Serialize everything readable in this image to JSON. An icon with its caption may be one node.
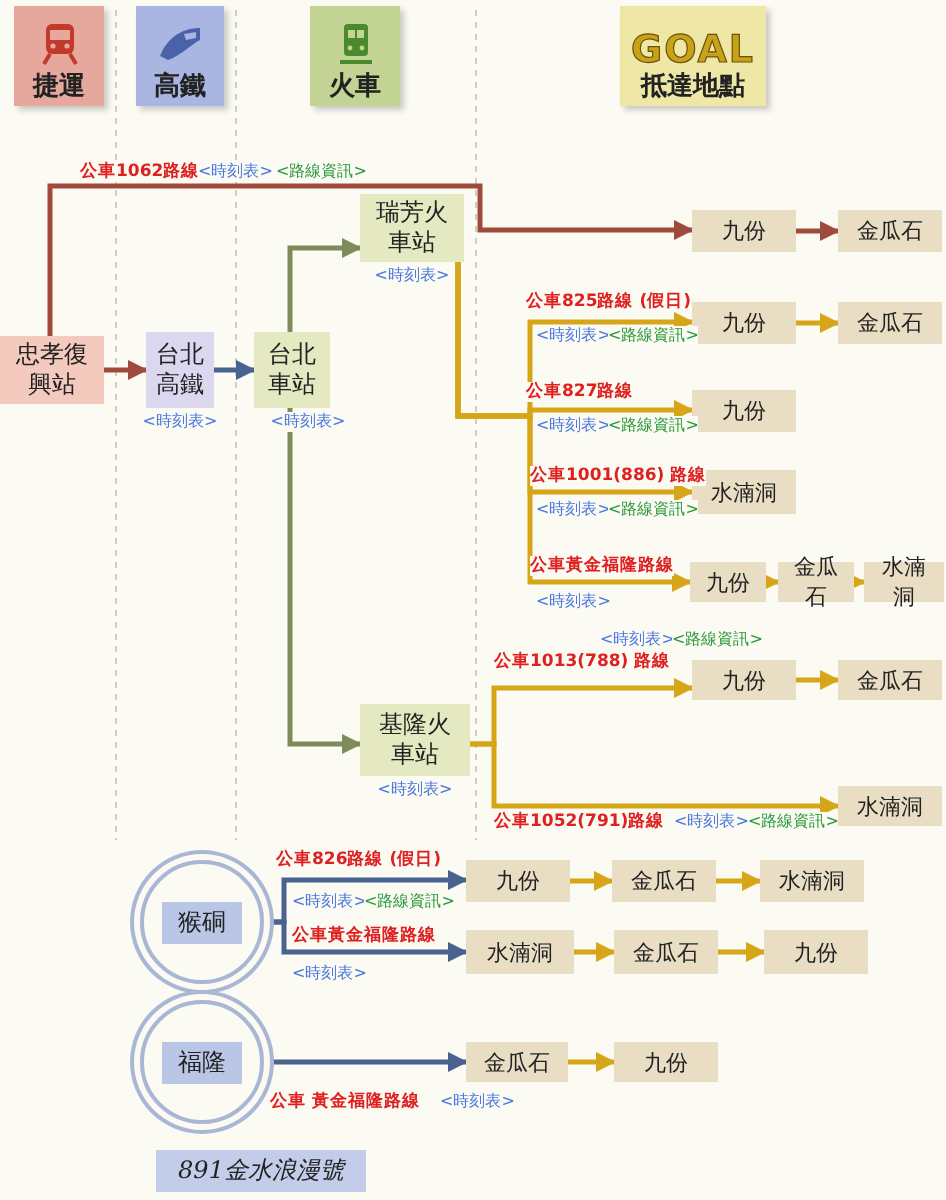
{
  "diagram": {
    "nodes": [
      {
        "text": [
          "捷運"
        ]
      },
      {
        "text": [
          "高鐵"
        ]
      },
      {
        "text": [
          "火車"
        ]
      },
      {
        "text": [
          "GOAL",
          "抵達地點"
        ]
      },
      {
        "text": [
          "忠孝復興站"
        ]
      },
      {
        "text": [
          "台北高鐵"
        ],
        "beside": [
          "<時刻表>"
        ]
      },
      {
        "text": [
          "台北車站"
        ],
        "beside": [
          "<時刻表>"
        ]
      },
      {
        "text": [
          "瑞芳火車站"
        ],
        "beside": [
          "<時刻表>"
        ]
      },
      {
        "text": [
          "九份"
        ]
      },
      {
        "text": [
          "金瓜石"
        ]
      },
      {
        "text": [
          "九份"
        ]
      },
      {
        "text": [
          "金瓜石"
        ]
      },
      {
        "text": [
          "九份"
        ]
      },
      {
        "text": [
          "水湳洞"
        ]
      },
      {
        "text": [
          "九份"
        ]
      },
      {
        "text": [
          "金瓜石"
        ]
      },
      {
        "text": [
          "水湳洞"
        ]
      },
      {
        "text": [
          "基隆火車站"
        ],
        "beside": [
          "<時刻表>"
        ]
      },
      {
        "text": [
          "九份"
        ]
      },
      {
        "text": [
          "金瓜石"
        ]
      },
      {
        "text": [
          "水湳洞"
        ]
      },
      {
        "text": [
          "猴硐"
        ]
      },
      {
        "text": [
          "九份"
        ]
      },
      {
        "text": [
          "金瓜石"
        ]
      },
      {
        "text": [
          "水湳洞"
        ]
      },
      {
        "text": [
          "水湳洞"
        ]
      },
      {
        "text": [
          "金瓜石"
        ]
      },
      {
        "text": [
          "九份"
        ]
      },
      {
        "text": [
          "福隆"
        ]
      },
      {
        "text": [
          "金瓜石"
        ]
      },
      {
        "text": [
          "九份"
        ]
      },
      {
        "text": [
          "891金水浪漫號"
        ]
      }
    ],
    "edges": [
      {
        "from": 4,
        "to": 5,
        "arrow": "to",
        "color": "#a04a3c"
      },
      {
        "from": 5,
        "to": 6,
        "arrow": "to",
        "color": "#4a6290"
      },
      {
        "from": 6,
        "to": 7,
        "arrow": "to",
        "color": "#7f8a5a"
      },
      {
        "from": 6,
        "to": 17,
        "arrow": "to",
        "color": "#7f8a5a"
      },
      {
        "from": 4,
        "to": 8,
        "arrow": "to",
        "label": "公車1062路線",
        "color": "#a04a3c"
      },
      {
        "from": 8,
        "to": 9,
        "arrow": "to",
        "color": "#a04a3c"
      },
      {
        "from": 7,
        "to": 10,
        "arrow": "to",
        "label": "公車825路線 (假日)"
      },
      {
        "from": 10,
        "to": 11,
        "arrow": "to"
      },
      {
        "from": 7,
        "to": 12,
        "arrow": "to",
        "label": "公車827路線"
      },
      {
        "from": 7,
        "to": 13,
        "arrow": "to",
        "label": "公車1001(886) 路線"
      },
      {
        "from": 7,
        "to": 14,
        "arrow": "to",
        "label": "公車黃金福隆路線"
      },
      {
        "from": 14,
        "to": 15,
        "arrow": "to"
      },
      {
        "from": 15,
        "to": 16,
        "arrow": "to"
      },
      {
        "from": 17,
        "to": 18,
        "arrow": "to",
        "label": "公車1013(788) 路線"
      },
      {
        "from": 18,
        "to": 19,
        "arrow": "to"
      },
      {
        "from": 17,
        "to": 20,
        "arrow": "to",
        "label": "公車1052(791)路線"
      },
      {
        "from": 21,
        "to": 22,
        "arrow": "to",
        "label": "公車826路線 (假日)",
        "color": "#4a6290"
      },
      {
        "from": 22,
        "to": 23,
        "arrow": "to"
      },
      {
        "from": 23,
        "to": 24,
        "arrow": "to"
      },
      {
        "from": 21,
        "to": 25,
        "arrow": "to",
        "label": "公車黃金福隆路線",
        "color": "#4a6290"
      },
      {
        "from": 25,
        "to": 26,
        "arrow": "to"
      },
      {
        "from": 26,
        "to": 27,
        "arrow": "to"
      },
      {
        "from": 28,
        "to": 29,
        "arrow": "to",
        "label": "公車 黃金福隆路線",
        "color": "#4a6290"
      },
      {
        "from": 29,
        "to": 30,
        "arrow": "to"
      }
    ],
    "labels": [
      "<時刻表>",
      "<路線資訊>",
      "<時刻表>",
      "<路線資訊>",
      "<時刻表>",
      "<路線資訊>",
      "<時刻表>",
      "<路線資訊>",
      "<時刻表>",
      "<時刻表>",
      "<路線資訊>",
      "<時刻表>",
      "<路線資訊>",
      "<時刻表>",
      "<路線資訊>",
      "<時刻表>",
      "<時刻表>"
    ]
  }
}
